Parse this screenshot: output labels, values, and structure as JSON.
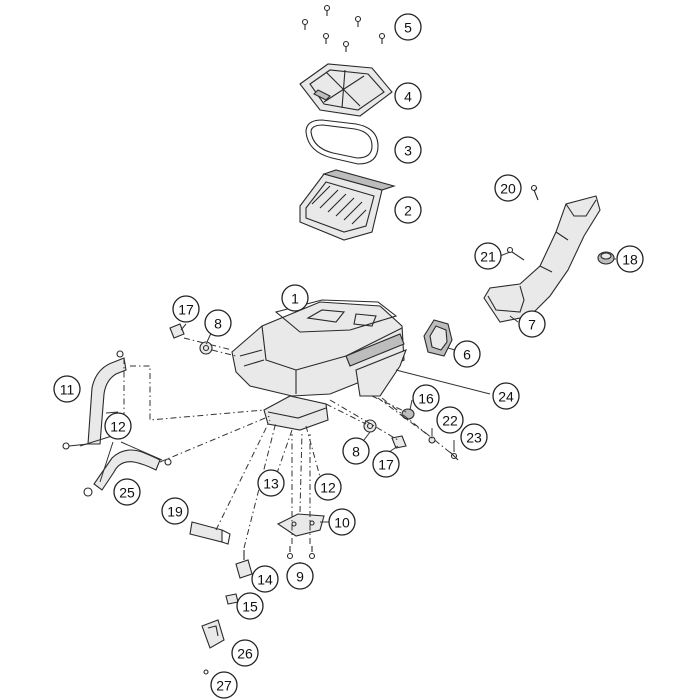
{
  "callouts": [
    {
      "label": "5"
    },
    {
      "label": "4"
    },
    {
      "label": "3"
    },
    {
      "label": "2"
    },
    {
      "label": "20"
    },
    {
      "label": "21"
    },
    {
      "label": "18"
    },
    {
      "label": "7"
    },
    {
      "label": "1"
    },
    {
      "label": "17"
    },
    {
      "label": "8"
    },
    {
      "label": "6"
    },
    {
      "label": "24"
    },
    {
      "label": "11"
    },
    {
      "label": "12"
    },
    {
      "label": "16"
    },
    {
      "label": "22"
    },
    {
      "label": "23"
    },
    {
      "label": "8"
    },
    {
      "label": "17"
    },
    {
      "label": "25"
    },
    {
      "label": "13"
    },
    {
      "label": "12"
    },
    {
      "label": "19"
    },
    {
      "label": "10"
    },
    {
      "label": "14"
    },
    {
      "label": "9"
    },
    {
      "label": "15"
    },
    {
      "label": "26"
    },
    {
      "label": "27"
    }
  ]
}
